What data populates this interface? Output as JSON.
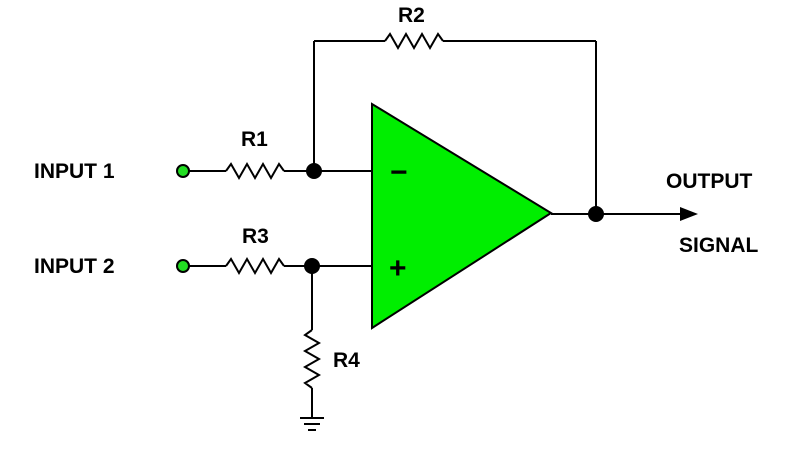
{
  "labels": {
    "input1": "INPUT 1",
    "input2": "INPUT 2",
    "output": "OUTPUT",
    "signal": "SIGNAL",
    "r1": "R1",
    "r2": "R2",
    "r3": "R3",
    "r4": "R4",
    "minus": "−",
    "plus": "+"
  },
  "colors": {
    "opamp_fill": "#00ee00",
    "input_terminal": "#22dd22",
    "wire": "#000000"
  },
  "icons": {
    "ground": "ground-symbol-icon",
    "output_arrow": "arrow-right-icon"
  }
}
